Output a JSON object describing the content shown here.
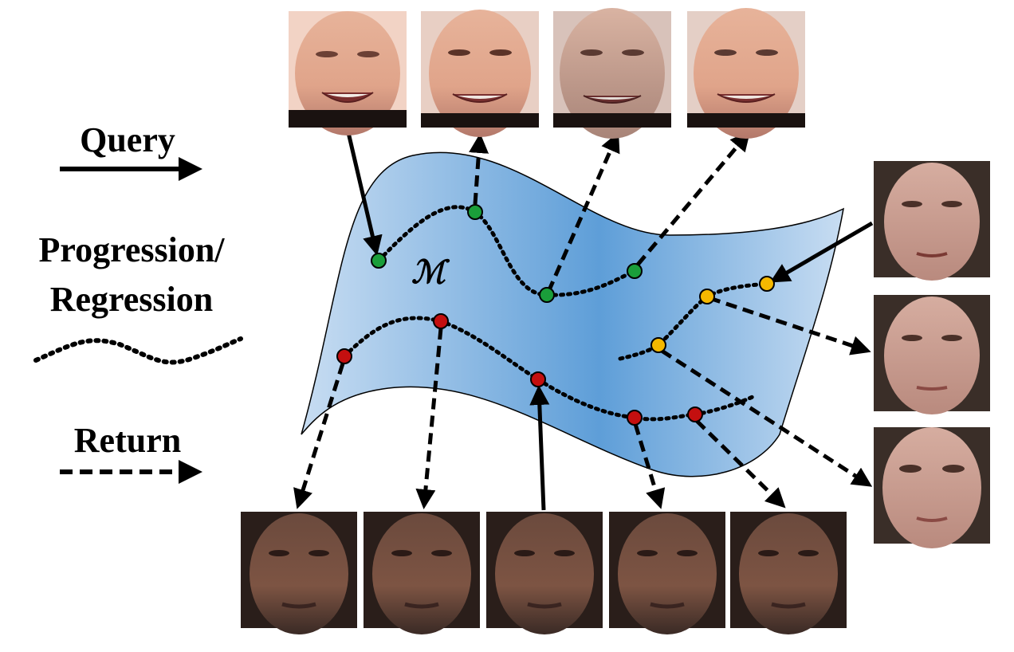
{
  "legend": {
    "query_label": "Query",
    "progression_line1": "Progression/",
    "progression_line2": "Regression",
    "return_label": "Return"
  },
  "manifold": {
    "symbol": "ℳ",
    "fill_light": "#c6dcf2",
    "fill_dark": "#5f9fd9",
    "edge": "#000000"
  },
  "paths": {
    "age_path_color": "#1a9e3a",
    "identity_path_color": "#c40f0f",
    "expression_path_color": "#f5b800"
  },
  "faces": {
    "top_row": [
      "child-smiling-face",
      "young-adult-smiling-face",
      "middle-aged-smiling-face",
      "elderly-smiling-face"
    ],
    "right_column": [
      "woman-adult-face",
      "woman-younger-face",
      "child-like-face"
    ],
    "bottom_row": [
      "man-face-1",
      "man-face-2",
      "man-face-query",
      "man-face-4",
      "man-face-5"
    ]
  }
}
